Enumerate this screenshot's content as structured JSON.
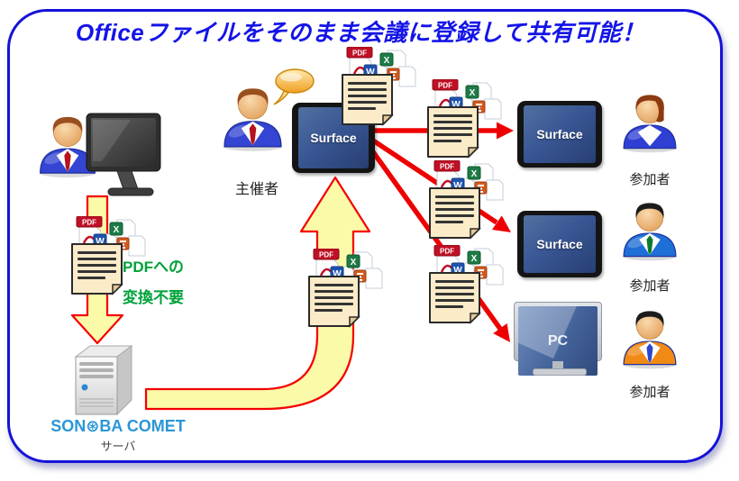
{
  "title": "Officeファイルをそのまま会議に登録して共有可能！",
  "flow": {
    "conversion_note_line1": "PDFへの",
    "conversion_note_line2": "変換不要"
  },
  "server": {
    "logo": "SON⊛BA COMET",
    "label": "サーバ"
  },
  "organizer": {
    "label": "主催者",
    "device": "Surface"
  },
  "participants": [
    {
      "label": "参加者",
      "device": "Surface"
    },
    {
      "label": "参加者",
      "device": "Surface"
    },
    {
      "label": "参加者",
      "device": "PC"
    }
  ],
  "doc_icons": {
    "pdf": "PDF",
    "excel": "X",
    "word": "W"
  },
  "colors": {
    "frame_blue": "#1412d8",
    "title_blue": "#1414e8",
    "path_yellow": "#fafaa8",
    "path_border_red": "#f50000",
    "arrow_red": "#ee0000",
    "note_green": "#00a23a",
    "logo_blue": "#2a96d6"
  }
}
